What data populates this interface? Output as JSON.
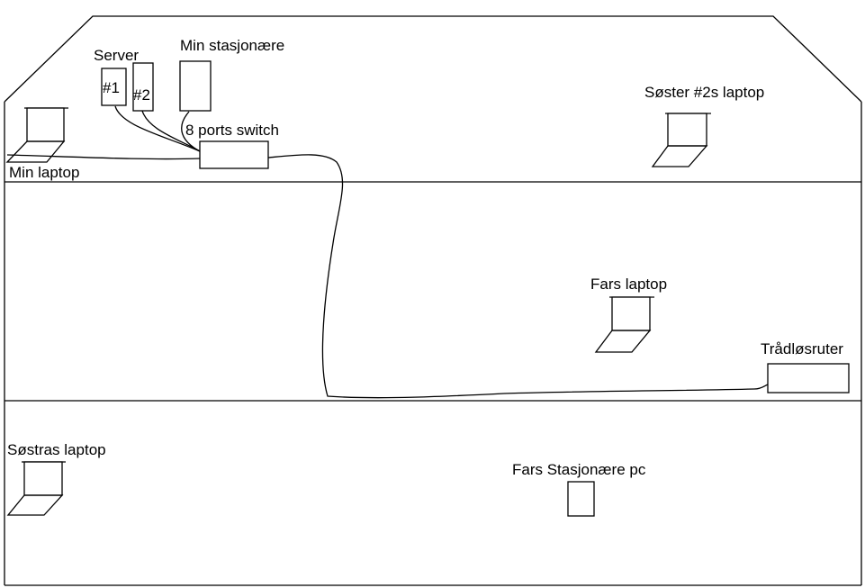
{
  "labels": {
    "server": "Server",
    "server_1": "#1",
    "server_2": "#2",
    "my_desktop": "Min stasjonære",
    "switch": "8 ports switch",
    "my_laptop": "Min laptop",
    "sister2_laptop": "Søster #2s laptop",
    "dad_laptop": "Fars laptop",
    "wireless_router": "Trådløsruter",
    "sister_laptop": "Søstras laptop",
    "dad_desktop": "Fars Stasjonære pc"
  },
  "colors": {
    "line": "#000000",
    "background": "#ffffff"
  }
}
